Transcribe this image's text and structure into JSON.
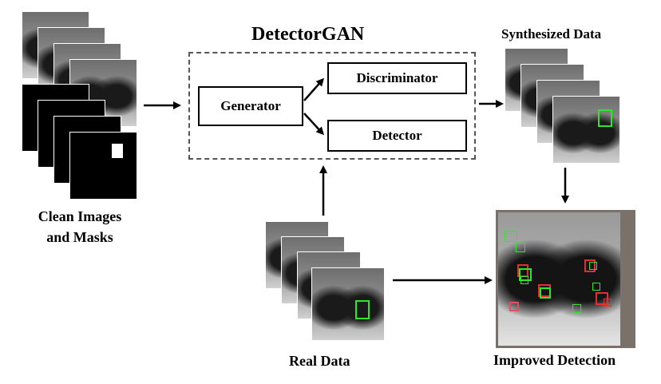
{
  "title": "DetectorGAN",
  "labels": {
    "synthesized": "Synthesized Data",
    "clean_line1": "Clean Images",
    "clean_line2": "and Masks",
    "real": "Real Data",
    "improved": "Improved Detection"
  },
  "boxes": {
    "generator": "Generator",
    "discriminator": "Discriminator",
    "detector": "Detector"
  }
}
